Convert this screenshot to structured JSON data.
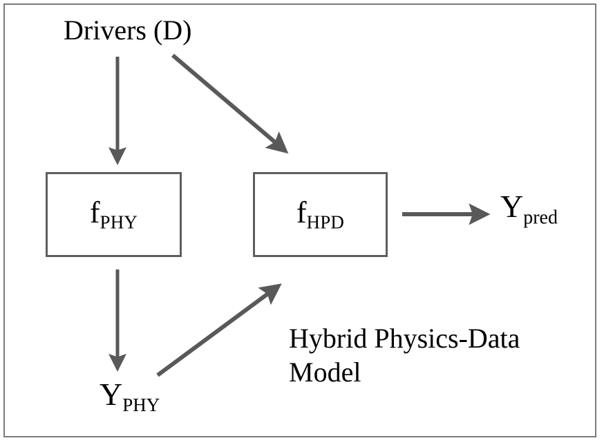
{
  "diagram": {
    "title": "Hybrid Physics-Data Model",
    "caption_line1": "Hybrid Physics-Data",
    "caption_line2": "Model",
    "colors": {
      "frame_border": "#7a7a7a",
      "box_border": "#5e5e5e",
      "arrow": "#595959",
      "text": "#000000",
      "background": "#ffffff"
    },
    "nodes": [
      {
        "id": "drivers",
        "base": "Drivers (D)",
        "subscript": "",
        "kind": "input-label"
      },
      {
        "id": "f_phy",
        "base": "f",
        "subscript": "PHY",
        "kind": "box"
      },
      {
        "id": "f_hpd",
        "base": "f",
        "subscript": "HPD",
        "kind": "box"
      },
      {
        "id": "y_phy",
        "base": "Y",
        "subscript": "PHY",
        "kind": "intermediate-label"
      },
      {
        "id": "y_pred",
        "base": "Y",
        "subscript": "pred",
        "kind": "output-label"
      }
    ],
    "edges": [
      {
        "id": "drivers-to-fphy",
        "from": "drivers",
        "to": "f_phy",
        "style": "solid-arrow"
      },
      {
        "id": "drivers-to-fhpd",
        "from": "drivers",
        "to": "f_hpd",
        "style": "solid-arrow"
      },
      {
        "id": "fphy-to-yphy",
        "from": "f_phy",
        "to": "y_phy",
        "style": "solid-arrow"
      },
      {
        "id": "yphy-to-fhpd",
        "from": "y_phy",
        "to": "f_hpd",
        "style": "solid-arrow"
      },
      {
        "id": "fhpd-to-ypred",
        "from": "f_hpd",
        "to": "y_pred",
        "style": "solid-arrow"
      }
    ]
  }
}
